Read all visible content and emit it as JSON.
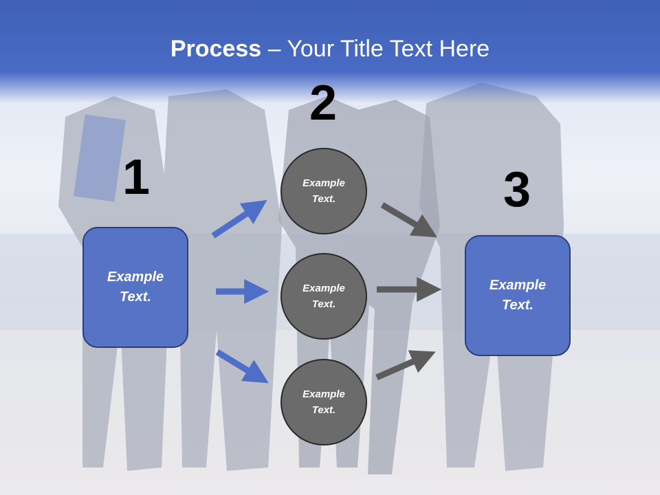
{
  "slide": {
    "title_bold": "Process",
    "title_rest": " – Your Title Text Here"
  },
  "steps": {
    "step1_number": "1",
    "step2_number": "2",
    "step3_number": "3"
  },
  "boxes": {
    "left_text": "Example Text.",
    "right_text": "Example Text."
  },
  "circles": {
    "top_text": "Example Text.",
    "middle_text": "Example Text.",
    "bottom_text": "Example Text."
  },
  "colors": {
    "title_band": "#4a6cc6",
    "box_fill": "#5673c5",
    "circle_fill": "#6b6b6b",
    "blue_arrow": "#4f6ec7",
    "gray_arrow": "#5c5c5c"
  }
}
